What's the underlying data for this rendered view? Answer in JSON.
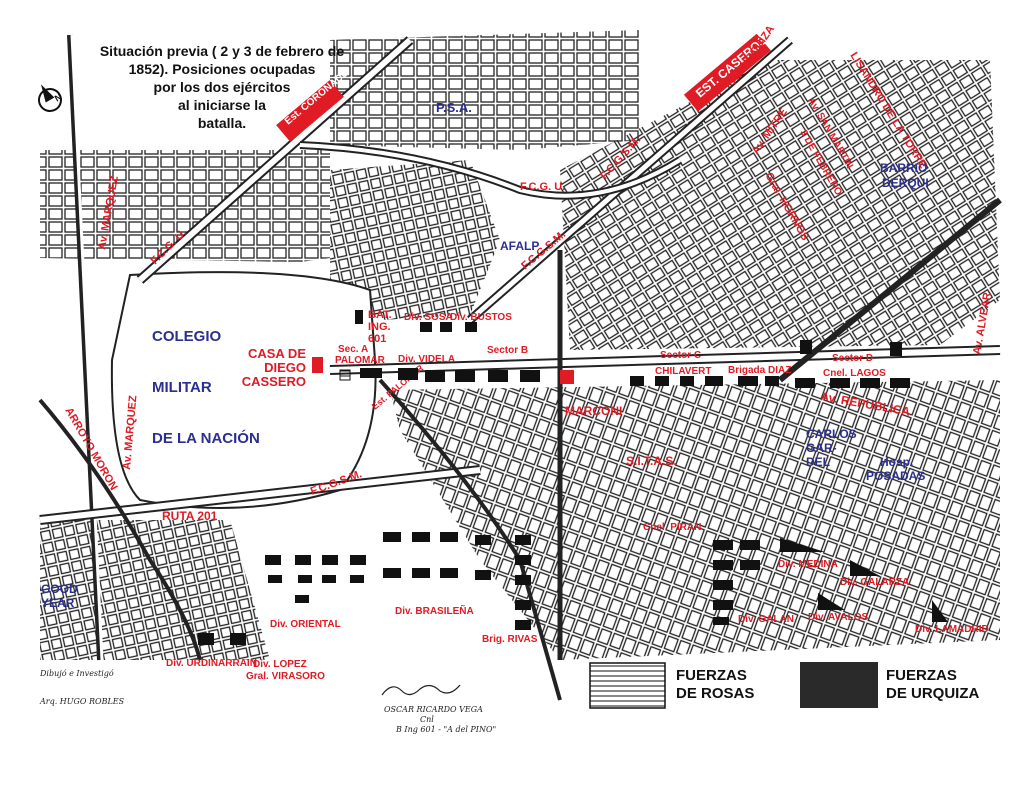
{
  "title_lines": [
    "Situación previa ( 2 y 3 de febrero de",
    "1852). Posiciones ocupadas",
    "por los dos  ejércitos",
    "al iniciarse la",
    "batalla."
  ],
  "places": {
    "colegio": [
      "COLEGIO",
      "MILITAR",
      "DE LA NACIÓN"
    ],
    "psa": "P.S.A.",
    "afalp": "AFALP",
    "barrio": [
      "BARRIO",
      "DERQUI"
    ],
    "carlos": [
      "CARLOS",
      "GAR-",
      "DEL"
    ],
    "hosp": [
      "Hosp.",
      "POSADAS"
    ],
    "good": [
      "GOOD",
      "YEAR"
    ]
  },
  "streets": {
    "est_coronado": [
      "Est.",
      "CORONADO"
    ],
    "est_caseros": "EST. CASEROS",
    "av_urquiza": "Av. URQUIZA",
    "lisandro": "LISANDRO DE LA TORRE",
    "av_san_martin": "Av. SAN MARTIN",
    "de_febrero": "3 DE FEBRERO",
    "av_mitre": "Av. MITRE",
    "gral_hornos": "Gral. HORNOS",
    "fcgsm_top": "F.C.G.S.M.",
    "fcgu": "F.C.G. U.",
    "fcgsm_mid": "F.C.G.S.M.",
    "fcgu_left": "F.C.G. U.",
    "av_marquez_top": "Av. MARQUEZ",
    "av_marquez_mid": "Av. MARQUEZ",
    "arroyo": "ARROYO MORON",
    "av_alvear": "Av. ALVEAR",
    "av_republica": "Av. REPUBLICA",
    "marconi": "MARCONI",
    "sitas": "S.I.T.A.S.",
    "ruta": "RUTA 201",
    "fcgsm_low": "F.C.G.S.M.",
    "est_palomar": [
      "Est.",
      "PALOMAR"
    ]
  },
  "units": {
    "casa": [
      "CASA DE",
      "DIEGO",
      "CASSERO"
    ],
    "bat_ing": [
      "BAT.",
      "ING.",
      "601"
    ],
    "sec_a": [
      "Sec. A",
      "PALOMAR"
    ],
    "div_sosa": "Div. SOSA",
    "div_bustos": "Div. BUSTOS",
    "div_videla": "Div. VIDELA",
    "sector_b": "Sector B",
    "sector_c": "Sector C",
    "sector_d": "Sector D",
    "chilavert": "CHILAVERT",
    "brigada_diaz": "Brigada DIAZ",
    "cnel_lagos": "Cnel. LAGOS",
    "cnel_piran": "Cnel. PIRAN",
    "div_medina": "Div. MEDINA",
    "div_galarza": "Div. GALARZA",
    "div_galan": "Div. GALAN",
    "div_avalos": "Div. AVALOS",
    "div_lamadrid": "Div. LAMADRID",
    "div_oriental": "Div. ORIENTAL",
    "div_brasilena": "Div. BRASILEÑA",
    "brig_rivas": "Brig. RIVAS",
    "div_urdinarrain": "Div. URDINARRAIN",
    "div_lopez": [
      "Div. LOPEZ",
      "Gral. VIRASORO"
    ]
  },
  "legend": {
    "rosas": [
      "FUERZAS",
      "DE ROSAS"
    ],
    "urquiza": [
      "FUERZAS",
      "DE URQUIZA"
    ]
  },
  "credits": {
    "dibujo": [
      "Dibujó e Investigó"
    ],
    "author_left": "Arq. HUGO ROBLES",
    "author_right": [
      "OSCAR RICARDO VEGA",
      "Cnl",
      "B Ing 601 - \"A del PINO\""
    ]
  },
  "colors": {
    "red": "#e01b24",
    "blue": "#2b2f8f",
    "black": "#111111"
  },
  "icons": [
    "north-arrow-icon"
  ]
}
